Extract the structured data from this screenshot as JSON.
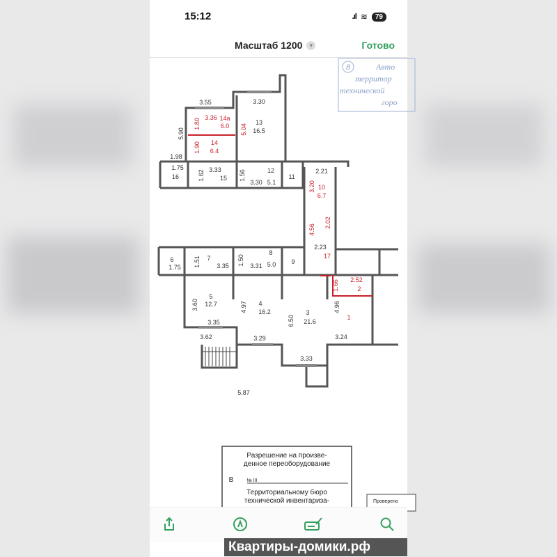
{
  "status": {
    "time": "15:12",
    "battery": "79"
  },
  "nav": {
    "title": "Масштаб 1200",
    "done": "Готово"
  },
  "stamp": {
    "number": "8",
    "lines": [
      "Авто",
      "территор",
      "технической",
      "горо"
    ]
  },
  "plan": {
    "labels": [
      "3.55",
      "3.30",
      "3.36",
      "14а",
      "6.0",
      "1.80",
      "5.90",
      "5.04",
      "13",
      "16.5",
      "1.90",
      "14",
      "6.4",
      "1.98",
      "1.75",
      "16",
      "1.62",
      "3.33",
      "15",
      "1.56",
      "12",
      "3.30",
      "5.1",
      "11",
      "2.21",
      "3.20",
      "10",
      "6.7",
      "4.56",
      "2.02",
      "2.23",
      "17",
      "6",
      "1.75",
      "1.51",
      "7",
      "3.35",
      "1.50",
      "8",
      "3.31",
      "5.0",
      "9",
      "1.66",
      "2.52",
      "2",
      "5",
      "12.7",
      "3.60",
      "4.97",
      "4",
      "16.2",
      "6.50",
      "3",
      "21.6",
      "4.96",
      "1",
      "3.35",
      "3.62",
      "3.29",
      "3.24",
      "3.33",
      "5.87"
    ]
  },
  "permit": {
    "line1": "Разрешение на произве-",
    "line2": "денное переоборудование",
    "line3": "В",
    "line3b": "№ III",
    "line4": "Территориальному бюро",
    "line5": "технической инвентариза-",
    "side": "Проверено"
  },
  "toolbar": {
    "share": "share-icon",
    "markup": "markup-icon",
    "signature": "signature-icon",
    "search": "search-icon"
  },
  "watermark": "Квартиры-домики.рф",
  "colors": {
    "accent": "#34a060",
    "red": "#c8202a",
    "stamp": "#8aa0c8"
  }
}
